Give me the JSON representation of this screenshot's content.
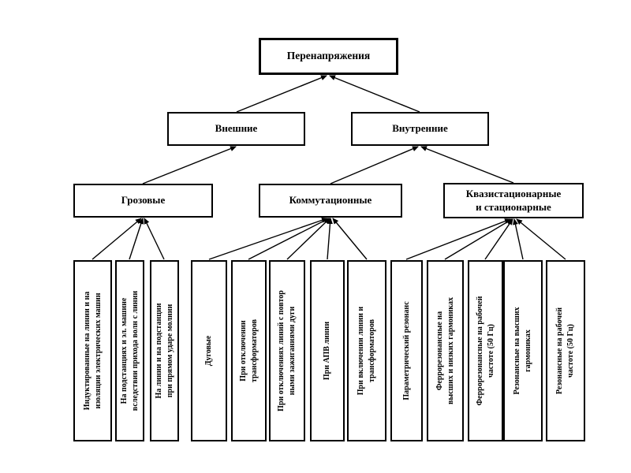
{
  "diagram": {
    "root": {
      "label": "Перенапряжения",
      "children": [
        {
          "label": "Внешние",
          "children": [
            {
              "label": "Грозовые",
              "children": [
                {
                  "label": "Индуктированные на линии и на\nизоляции электрических машин"
                },
                {
                  "label": "На подстанциях и эл. машине\nвследствии прихода волн с линии"
                },
                {
                  "label": "На линии и на подстанции\nпри прямом ударе молнии"
                }
              ]
            }
          ]
        },
        {
          "label": "Внутренние",
          "children": [
            {
              "label": "Коммутационные",
              "children": [
                {
                  "label": "Дуговые"
                },
                {
                  "label": "При отключении\nтрансформаторов"
                },
                {
                  "label": "При отключениях линий с повтор\nными зажиганиями дуги"
                },
                {
                  "label": "При АПВ линии"
                },
                {
                  "label": "При включении линии и\nтрансформаторов"
                }
              ]
            },
            {
              "label": "Квазистационарные\nи стационарные",
              "children": [
                {
                  "label": "Параметрический резонанс"
                },
                {
                  "label": "Феррорезонансные на\nвысших и низких гармониках"
                },
                {
                  "label": "Феррорезонансные на рабочей\nчастоте (50 Гц)"
                },
                {
                  "label": "Резонансные на высших\nгармониках"
                },
                {
                  "label": "Резонансные на рабочей\nчастоте (50 Гц)"
                }
              ]
            }
          ]
        }
      ]
    },
    "line_color": "#000000"
  }
}
